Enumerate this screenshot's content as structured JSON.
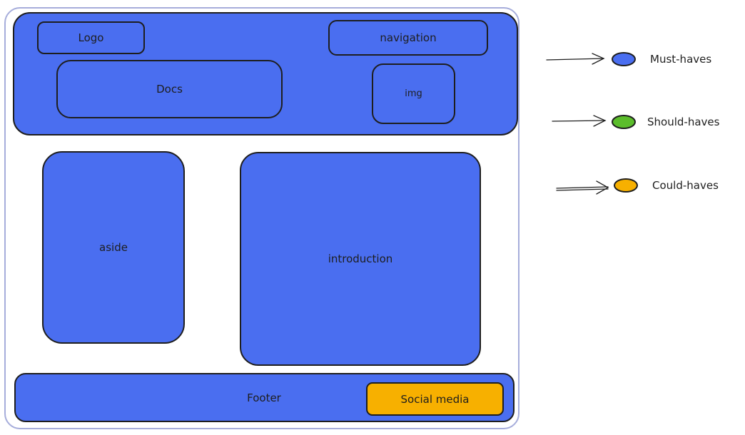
{
  "wireframe": {
    "header": {
      "logo_label": "Logo",
      "navigation_label": "navigation",
      "docs_label": "Docs",
      "img_label": "img"
    },
    "aside_label": "aside",
    "introduction_label": "introduction",
    "footer": {
      "label": "Footer",
      "social_label": "Social media"
    }
  },
  "legend": [
    {
      "label": "Must-haves",
      "color": "#4a6ef0"
    },
    {
      "label": "Should-haves",
      "color": "#5bbd2b"
    },
    {
      "label": "Could-haves",
      "color": "#f7b000"
    }
  ],
  "colors": {
    "must": "#4a6ef0",
    "should": "#5bbd2b",
    "could": "#f7b000",
    "frame": "#a6addb",
    "stroke": "#1e1e1e"
  }
}
